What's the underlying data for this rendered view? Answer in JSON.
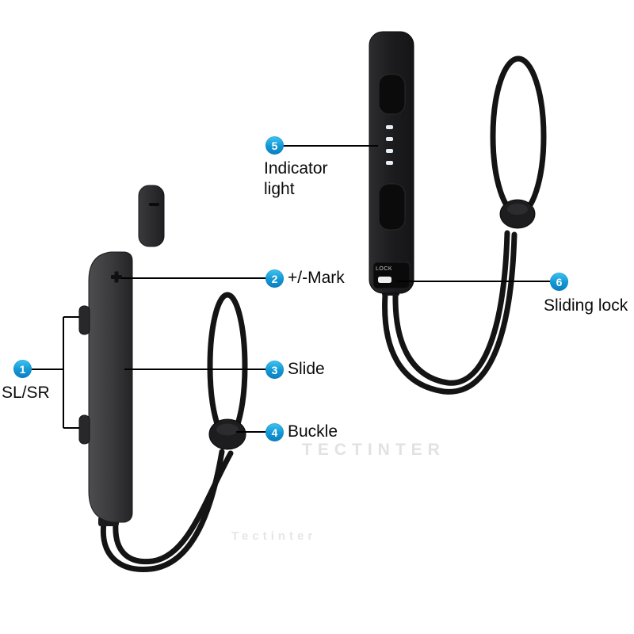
{
  "callouts": [
    {
      "num": "1",
      "label": "SL/SR"
    },
    {
      "num": "2",
      "label": "+/-Mark"
    },
    {
      "num": "3",
      "label": "Slide"
    },
    {
      "num": "4",
      "label": "Buckle"
    },
    {
      "num": "5",
      "label": "Indicator light"
    },
    {
      "num": "6",
      "label": "Sliding lock"
    }
  ],
  "device": {
    "lock_text": "LOCK"
  },
  "watermarks": [
    "TECTINTER",
    "Tectinter"
  ],
  "colors": {
    "badge_blue_top": "#40c4ef",
    "badge_blue_bottom": "#0b7ec2",
    "line": "#000000",
    "body_dark": "#1e1e20",
    "cord": "#141414"
  }
}
